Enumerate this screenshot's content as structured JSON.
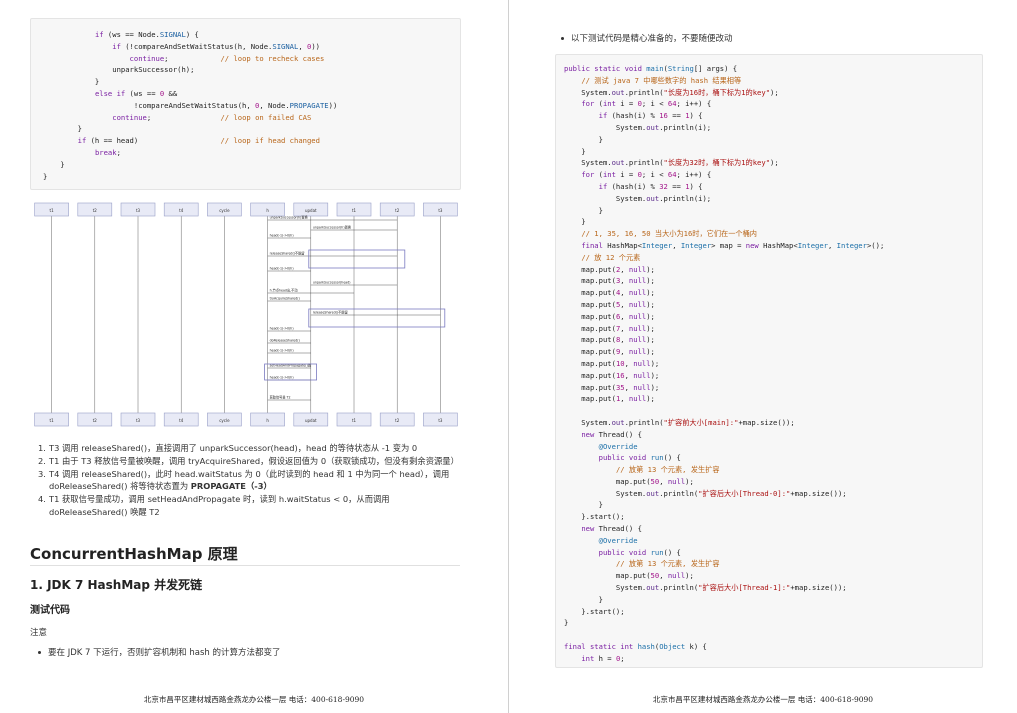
{
  "left": {
    "code_lines": [
      [
        {
          "t": "            "
        },
        {
          "t": "if",
          "c": "kw"
        },
        {
          "t": " (ws == Node."
        },
        {
          "t": "SIGNAL",
          "c": "cn"
        },
        {
          "t": ") {"
        }
      ],
      [
        {
          "t": "                "
        },
        {
          "t": "if",
          "c": "kw"
        },
        {
          "t": " (!compareAndSetWaitStatus(h, Node."
        },
        {
          "t": "SIGNAL",
          "c": "cn"
        },
        {
          "t": ", "
        },
        {
          "t": "0",
          "c": "nu"
        },
        {
          "t": "))"
        }
      ],
      [
        {
          "t": "                    "
        },
        {
          "t": "continue",
          "c": "kw"
        },
        {
          "t": ";            "
        },
        {
          "t": "// loop to recheck cases",
          "c": "cm"
        }
      ],
      [
        {
          "t": "                unparkSuccessor(h);"
        }
      ],
      [
        {
          "t": "            }"
        }
      ],
      [
        {
          "t": "            "
        },
        {
          "t": "else if",
          "c": "kw"
        },
        {
          "t": " (ws == "
        },
        {
          "t": "0",
          "c": "nu"
        },
        {
          "t": " &&"
        }
      ],
      [
        {
          "t": "                     !compareAndSetWaitStatus(h, "
        },
        {
          "t": "0",
          "c": "nu"
        },
        {
          "t": ", Node."
        },
        {
          "t": "PROPAGATE",
          "c": "cn"
        },
        {
          "t": "))"
        }
      ],
      [
        {
          "t": "                "
        },
        {
          "t": "continue",
          "c": "kw"
        },
        {
          "t": ";                "
        },
        {
          "t": "// loop on failed CAS",
          "c": "cm"
        }
      ],
      [
        {
          "t": "        }"
        }
      ],
      [
        {
          "t": "        "
        },
        {
          "t": "if",
          "c": "kw"
        },
        {
          "t": " (h == head)                   "
        },
        {
          "t": "// loop if head changed",
          "c": "cm"
        }
      ],
      [
        {
          "t": "            "
        },
        {
          "t": "break",
          "c": "kw"
        },
        {
          "t": ";"
        }
      ],
      [
        {
          "t": "    }"
        }
      ],
      [
        {
          "t": "}"
        }
      ]
    ],
    "steps": [
      {
        "num": "1.",
        "text": "T3 调用 releaseShared()，直接调用了 unparkSuccessor(head)，head 的等待状态从 -1 变为 0"
      },
      {
        "num": "2.",
        "text": "T1 由于 T3 释放信号量被唤醒，调用 tryAcquireShared，假设返回值为 0（获取锁成功，但没有剩余资源量）"
      },
      {
        "num": "3.",
        "text": "T4 调用 releaseShared()，此时 head.waitStatus 为 0（此时读到的 head 和 1 中为同一个 head），调用 doReleaseShared() 将等待状态置为 ",
        "bold": "PROPAGATE（-3）"
      },
      {
        "num": "4.",
        "text": "T1 获取信号量成功，调用 setHeadAndPropagate 时，读到 h.waitStatus < 0，从而调用 doReleaseShared() 唤醒 T2"
      }
    ],
    "heading1": "ConcurrentHashMap 原理",
    "heading2": "1. JDK 7 HashMap 并发死链",
    "heading3": "测试代码",
    "note": "注意",
    "bullet": "要在 JDK 7 下运行，否则扩容机制和 hash 的计算方法都变了",
    "footer": "北京市昌平区建材城西路金燕龙办公楼一层      电话：400-618-9090",
    "diagram_labels": {
      "lifelines": [
        "t1",
        "t2",
        "t3",
        "t4",
        "cycle",
        "h",
        "updat",
        "t1",
        "t2",
        "t3"
      ],
      "messages": [
        "unparkSuccessor(h)置换",
        "unparkSuccessor(h)置换",
        "head(-1)->0(h)",
        "releaseShared()不能留",
        "head(-1)->0(h)",
        "unparkSuccessor(head)",
        "h.节点head出,不动",
        "tryAcquireShared()",
        "releaseShared()不能留",
        "head(-1)->0(h)",
        "doReleaseShared()",
        "head(-1)->0(h)",
        "setHeadAndPropagate()置",
        "head(-1)->0(h)",
        "获取信号量 T2"
      ]
    }
  },
  "right": {
    "bullet": "以下测试代码是精心准备的，不要随便改动",
    "code_lines": [
      [
        {
          "t": "public static void ",
          "c": "kw"
        },
        {
          "t": "main",
          "c": "ty"
        },
        {
          "t": "("
        },
        {
          "t": "String",
          "c": "ty"
        },
        {
          "t": "[] args) {"
        }
      ],
      [
        {
          "t": "    "
        },
        {
          "t": "// 测试 java 7 中哪些数字的 hash 结果相等",
          "c": "cm"
        }
      ],
      [
        {
          "t": "    System."
        },
        {
          "t": "out",
          "c": "ln"
        },
        {
          "t": ".println("
        },
        {
          "t": "\"长度为16时，桶下标为1的key\"",
          "c": "st"
        },
        {
          "t": ");"
        }
      ],
      [
        {
          "t": "    "
        },
        {
          "t": "for",
          "c": "kw"
        },
        {
          "t": " ("
        },
        {
          "t": "int",
          "c": "kw"
        },
        {
          "t": " i = "
        },
        {
          "t": "0",
          "c": "nu"
        },
        {
          "t": "; i < "
        },
        {
          "t": "64",
          "c": "nu"
        },
        {
          "t": "; i++) {"
        }
      ],
      [
        {
          "t": "        "
        },
        {
          "t": "if",
          "c": "kw"
        },
        {
          "t": " (hash(i) % "
        },
        {
          "t": "16",
          "c": "nu"
        },
        {
          "t": " == "
        },
        {
          "t": "1",
          "c": "nu"
        },
        {
          "t": ") {"
        }
      ],
      [
        {
          "t": "            System."
        },
        {
          "t": "out",
          "c": "ln"
        },
        {
          "t": ".println(i);"
        }
      ],
      [
        {
          "t": "        }"
        }
      ],
      [
        {
          "t": "    }"
        }
      ],
      [
        {
          "t": "    System."
        },
        {
          "t": "out",
          "c": "ln"
        },
        {
          "t": ".println("
        },
        {
          "t": "\"长度为32时，桶下标为1的key\"",
          "c": "st"
        },
        {
          "t": ");"
        }
      ],
      [
        {
          "t": "    "
        },
        {
          "t": "for",
          "c": "kw"
        },
        {
          "t": " ("
        },
        {
          "t": "int",
          "c": "kw"
        },
        {
          "t": " i = "
        },
        {
          "t": "0",
          "c": "nu"
        },
        {
          "t": "; i < "
        },
        {
          "t": "64",
          "c": "nu"
        },
        {
          "t": "; i++) {"
        }
      ],
      [
        {
          "t": "        "
        },
        {
          "t": "if",
          "c": "kw"
        },
        {
          "t": " (hash(i) % "
        },
        {
          "t": "32",
          "c": "nu"
        },
        {
          "t": " == "
        },
        {
          "t": "1",
          "c": "nu"
        },
        {
          "t": ") {"
        }
      ],
      [
        {
          "t": "            System."
        },
        {
          "t": "out",
          "c": "ln"
        },
        {
          "t": ".println(i);"
        }
      ],
      [
        {
          "t": "        }"
        }
      ],
      [
        {
          "t": "    }"
        }
      ],
      [
        {
          "t": "    "
        },
        {
          "t": "// 1, 35, 16, 50 当大小为16时，它们在一个桶内",
          "c": "cm"
        }
      ],
      [
        {
          "t": "    "
        },
        {
          "t": "final",
          "c": "kw"
        },
        {
          "t": " HashMap<"
        },
        {
          "t": "Integer",
          "c": "ty"
        },
        {
          "t": ", "
        },
        {
          "t": "Integer",
          "c": "ty"
        },
        {
          "t": "> map = "
        },
        {
          "t": "new",
          "c": "kw"
        },
        {
          "t": " HashMap<"
        },
        {
          "t": "Integer",
          "c": "ty"
        },
        {
          "t": ", "
        },
        {
          "t": "Integer",
          "c": "ty"
        },
        {
          "t": ">();"
        }
      ],
      [
        {
          "t": "    "
        },
        {
          "t": "// 放 12 个元素",
          "c": "cm"
        }
      ],
      [
        {
          "t": "    map.put("
        },
        {
          "t": "2",
          "c": "nu"
        },
        {
          "t": ", "
        },
        {
          "t": "null",
          "c": "kw"
        },
        {
          "t": ");"
        }
      ],
      [
        {
          "t": "    map.put("
        },
        {
          "t": "3",
          "c": "nu"
        },
        {
          "t": ", "
        },
        {
          "t": "null",
          "c": "kw"
        },
        {
          "t": ");"
        }
      ],
      [
        {
          "t": "    map.put("
        },
        {
          "t": "4",
          "c": "nu"
        },
        {
          "t": ", "
        },
        {
          "t": "null",
          "c": "kw"
        },
        {
          "t": ");"
        }
      ],
      [
        {
          "t": "    map.put("
        },
        {
          "t": "5",
          "c": "nu"
        },
        {
          "t": ", "
        },
        {
          "t": "null",
          "c": "kw"
        },
        {
          "t": ");"
        }
      ],
      [
        {
          "t": "    map.put("
        },
        {
          "t": "6",
          "c": "nu"
        },
        {
          "t": ", "
        },
        {
          "t": "null",
          "c": "kw"
        },
        {
          "t": ");"
        }
      ],
      [
        {
          "t": "    map.put("
        },
        {
          "t": "7",
          "c": "nu"
        },
        {
          "t": ", "
        },
        {
          "t": "null",
          "c": "kw"
        },
        {
          "t": ");"
        }
      ],
      [
        {
          "t": "    map.put("
        },
        {
          "t": "8",
          "c": "nu"
        },
        {
          "t": ", "
        },
        {
          "t": "null",
          "c": "kw"
        },
        {
          "t": ");"
        }
      ],
      [
        {
          "t": "    map.put("
        },
        {
          "t": "9",
          "c": "nu"
        },
        {
          "t": ", "
        },
        {
          "t": "null",
          "c": "kw"
        },
        {
          "t": ");"
        }
      ],
      [
        {
          "t": "    map.put("
        },
        {
          "t": "10",
          "c": "nu"
        },
        {
          "t": ", "
        },
        {
          "t": "null",
          "c": "kw"
        },
        {
          "t": ");"
        }
      ],
      [
        {
          "t": "    map.put("
        },
        {
          "t": "16",
          "c": "nu"
        },
        {
          "t": ", "
        },
        {
          "t": "null",
          "c": "kw"
        },
        {
          "t": ");"
        }
      ],
      [
        {
          "t": "    map.put("
        },
        {
          "t": "35",
          "c": "nu"
        },
        {
          "t": ", "
        },
        {
          "t": "null",
          "c": "kw"
        },
        {
          "t": ");"
        }
      ],
      [
        {
          "t": "    map.put("
        },
        {
          "t": "1",
          "c": "nu"
        },
        {
          "t": ", "
        },
        {
          "t": "null",
          "c": "kw"
        },
        {
          "t": ");"
        }
      ],
      [
        {
          "t": ""
        }
      ],
      [
        {
          "t": "    System."
        },
        {
          "t": "out",
          "c": "ln"
        },
        {
          "t": ".println("
        },
        {
          "t": "\"扩容前大小[main]:\"",
          "c": "st"
        },
        {
          "t": "+map.size());"
        }
      ],
      [
        {
          "t": "    "
        },
        {
          "t": "new",
          "c": "kw"
        },
        {
          "t": " Thread() {"
        }
      ],
      [
        {
          "t": "        "
        },
        {
          "t": "@Override",
          "c": "ty"
        }
      ],
      [
        {
          "t": "        "
        },
        {
          "t": "public void ",
          "c": "kw"
        },
        {
          "t": "run",
          "c": "ty"
        },
        {
          "t": "() {"
        }
      ],
      [
        {
          "t": "            "
        },
        {
          "t": "// 放第 13 个元素, 发生扩容",
          "c": "cm"
        }
      ],
      [
        {
          "t": "            map.put("
        },
        {
          "t": "50",
          "c": "nu"
        },
        {
          "t": ", "
        },
        {
          "t": "null",
          "c": "kw"
        },
        {
          "t": ");"
        }
      ],
      [
        {
          "t": "            System."
        },
        {
          "t": "out",
          "c": "ln"
        },
        {
          "t": ".println("
        },
        {
          "t": "\"扩容后大小[Thread-0]:\"",
          "c": "st"
        },
        {
          "t": "+map.size());"
        }
      ],
      [
        {
          "t": "        }"
        }
      ],
      [
        {
          "t": "    }.start();"
        }
      ],
      [
        {
          "t": "    "
        },
        {
          "t": "new",
          "c": "kw"
        },
        {
          "t": " Thread() {"
        }
      ],
      [
        {
          "t": "        "
        },
        {
          "t": "@Override",
          "c": "ty"
        }
      ],
      [
        {
          "t": "        "
        },
        {
          "t": "public void ",
          "c": "kw"
        },
        {
          "t": "run",
          "c": "ty"
        },
        {
          "t": "() {"
        }
      ],
      [
        {
          "t": "            "
        },
        {
          "t": "// 放第 13 个元素, 发生扩容",
          "c": "cm"
        }
      ],
      [
        {
          "t": "            map.put("
        },
        {
          "t": "50",
          "c": "nu"
        },
        {
          "t": ", "
        },
        {
          "t": "null",
          "c": "kw"
        },
        {
          "t": ");"
        }
      ],
      [
        {
          "t": "            System."
        },
        {
          "t": "out",
          "c": "ln"
        },
        {
          "t": ".println("
        },
        {
          "t": "\"扩容后大小[Thread-1]:\"",
          "c": "st"
        },
        {
          "t": "+map.size());"
        }
      ],
      [
        {
          "t": "        }"
        }
      ],
      [
        {
          "t": "    }.start();"
        }
      ],
      [
        {
          "t": "}"
        }
      ],
      [
        {
          "t": ""
        }
      ],
      [
        {
          "t": "final static int ",
          "c": "kw"
        },
        {
          "t": "hash",
          "c": "ty"
        },
        {
          "t": "("
        },
        {
          "t": "Object",
          "c": "ty"
        },
        {
          "t": " k) {"
        }
      ],
      [
        {
          "t": "    "
        },
        {
          "t": "int",
          "c": "kw"
        },
        {
          "t": " h = "
        },
        {
          "t": "0",
          "c": "nu"
        },
        {
          "t": ";"
        }
      ]
    ],
    "footer": "北京市昌平区建材城西路金燕龙办公楼一层      电话：400-618-9090"
  }
}
